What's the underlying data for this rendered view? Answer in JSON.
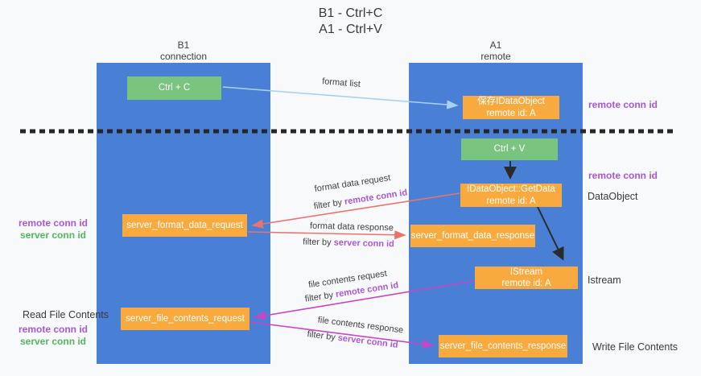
{
  "title": {
    "line1": "B1 - Ctrl+C",
    "line2": "A1 - Ctrl+V"
  },
  "lanes": {
    "b1": {
      "name": "B1",
      "subtitle": "connection"
    },
    "a1": {
      "name": "A1",
      "subtitle": "remote"
    }
  },
  "nodes": {
    "ctrl_c": {
      "label": "Ctrl + C"
    },
    "save_dataobject": {
      "line1": "保存IDataObject",
      "line2": "remote id: A"
    },
    "ctrl_v": {
      "label": "Ctrl + V"
    },
    "getdata": {
      "line1": "IDataObject::GetData",
      "line2": "remote id: A"
    },
    "istream": {
      "line1": "IStream",
      "line2": "remote id: A"
    },
    "server_format_data_request": {
      "label": "server_format_data_request"
    },
    "server_format_data_response": {
      "label": "server_format_data_response"
    },
    "server_file_contents_request": {
      "label": "server_file_contents_request"
    },
    "server_file_contents_response": {
      "label": "server_file_contents_response"
    }
  },
  "arrow_labels": {
    "format_list": "format list",
    "format_request": {
      "line1": "format data request",
      "prefix": "filter by ",
      "accent": "remote conn id"
    },
    "format_response": {
      "line1": "format data response",
      "prefix": "filter by ",
      "accent": "server conn id"
    },
    "file_request": {
      "line1": "file contents request",
      "prefix": "filter by ",
      "accent": "remote conn id"
    },
    "file_response": {
      "line1": "file contents response",
      "prefix": "filter by ",
      "accent": "server conn id"
    }
  },
  "side_labels": {
    "right_conn_top": "remote conn id",
    "right_conn_mid": "remote conn id",
    "dataobject": "DataObject",
    "istream": "Istream",
    "write_file_contents": "Write File Contents",
    "left_remote_conn_1": "remote conn id",
    "left_server_conn_1": "server conn id",
    "read_file_contents": "Read File Contents",
    "left_remote_conn_2": "remote conn id",
    "left_server_conn_2": "server conn id"
  },
  "colors": {
    "background": "#f8f9fb",
    "column_blue": "#4a7fd6",
    "box_green": "#79c57f",
    "box_orange": "#f9aa3f",
    "arrow_lightblue": "#a6d3f0",
    "arrow_red": "#e8756d",
    "arrow_magenta": "#c647c6",
    "arrow_black": "#2a2a2a",
    "accent_purple": "#a958d4",
    "accent_green": "#55b75f",
    "text_dark": "#3a3a3a"
  }
}
